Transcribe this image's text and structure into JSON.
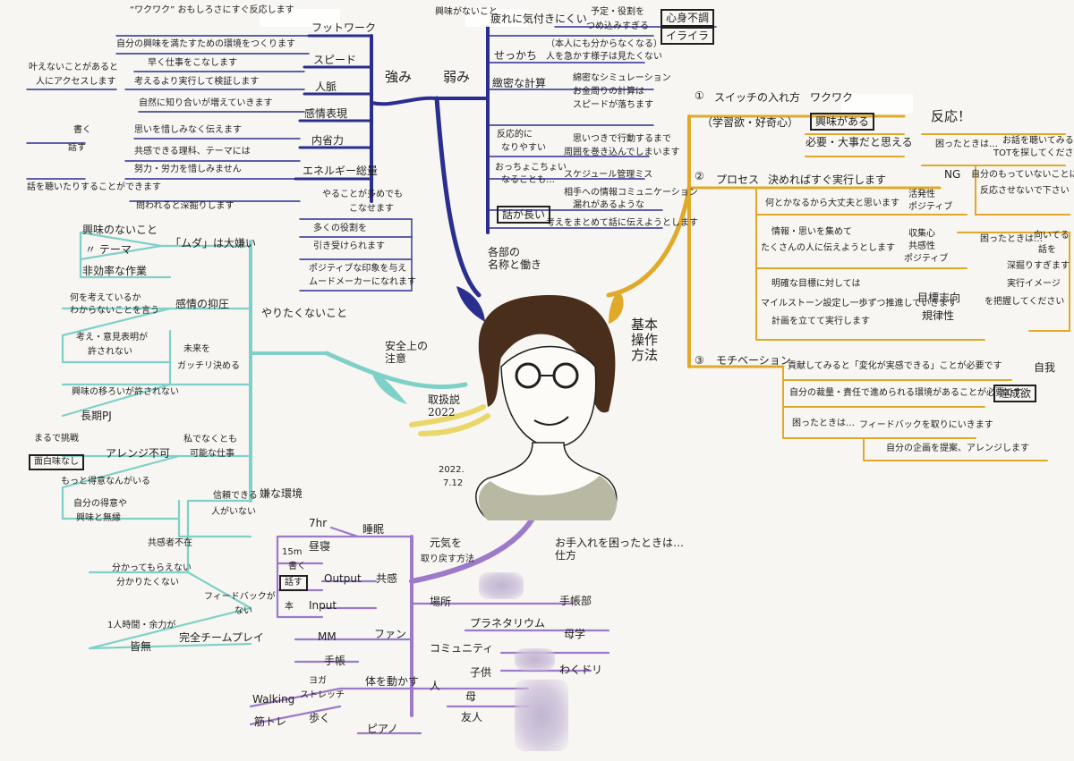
{
  "colors": {
    "navy": "#2a2f8f",
    "purple": "#9c7ac9",
    "teal": "#7fd0c8",
    "gold": "#e0a92a",
    "ink": "#1f1f1f"
  },
  "center": {
    "date_top": "2022.",
    "date_bottom": "7.12"
  },
  "main": {
    "strengths": "強み",
    "weaknesses": "弱み",
    "tips": "各部の\n名称と働き",
    "basic_ops": "基本\n操作\n方法",
    "cautions": "安全上の\n注意",
    "handling": "取扱説\n2022",
    "care": "お手入れを\n仕方",
    "trouble": "困ったときは…"
  },
  "strengths_branch": {
    "footwork": "フットワーク",
    "footwork_1": "“ワクワク” おもしろさにすぐ反応します",
    "footwork_2": "自分の興味を満たすための環境をつくります",
    "speed": "スピード",
    "speed_1": "早く仕事をこなします",
    "speed_2": "考えるより実行して検証します",
    "network": "人脈",
    "network_1": "自然に知り合いが増えていきます",
    "network_left_1": "叶えないことがあると",
    "network_left_2": "人にアクセスします",
    "emotion": "感情表現",
    "emotion_1": "思いを惜しみなく伝えます",
    "introspect": "内省力",
    "introspect_1": "共感できる理科、テーマには",
    "introspect_2": "努力・労力を惜しみません",
    "write": "書く",
    "speak": "話す",
    "talk_note": "話を聴いたりすることができます",
    "energy": "エネルギー総量",
    "energy_1": "問われると深掘りします",
    "energy_2": "やることが多めでも",
    "energy_3": "こなせます",
    "energy_4": "多くの役割を",
    "energy_5": "引き受けられます",
    "energy_6": "ポジティブな印象を与え",
    "energy_7": "ムードメーカーになれます"
  },
  "weakness_branch": {
    "interest": "興味がないこと",
    "tired": "疲れに気付きにくい",
    "overload": "予定・役割を",
    "overload_2": "つめ込みすぎる",
    "mind_body": "心身不調",
    "irritate": "イライラ",
    "hasty": "せっかち",
    "hasty_1": "（本人にも分からなくなる）",
    "hasty_2": "人を急かす様子は見たくない",
    "calc": "緻密な計算",
    "calc_1": "綿密なシミュレーション",
    "calc_2": "お金周りの計算は",
    "calc_3": "スピードが落ちます",
    "reflex": "反応的に",
    "reflex_2": "なりやすい",
    "reflex_1": "思いつきで行動するまで",
    "reflex_1b": "周囲を巻き込んでしまいます",
    "forget": "おっちょこちょい",
    "forget_2": "なることも…",
    "schedule": "スケジュール管理ミス",
    "comm": "相手への情報コミュニケーション",
    "comm_2": "漏れがあるような",
    "long": "話が長い",
    "long_1": "考えをまとめて話に伝えようとします"
  },
  "gold_branch": {
    "switch": "スイッチの入れ方",
    "switch_num": "①",
    "learning": "（学習欲・好奇心）",
    "wakuwaku": "ワクワク",
    "interest": "興味がある",
    "necessary": "必要・大事だと思える",
    "react": "反応！",
    "trouble_1": "困ったときは…",
    "trouble_1b": "お話を聴いてみる",
    "trouble_1c": "TOTを探してください",
    "ng": "NG",
    "ng_1": "自分のもっていないことに",
    "ng_2": "反応させないで下さい",
    "process": "プロセス",
    "process_num": "②",
    "process_1": "決めればすぐ実行します",
    "process_2": "何とかなるから大丈夫と思います",
    "process_3": "活発性",
    "process_3b": "ポジティブ",
    "process_4": "情報・思いを集めて",
    "process_5": "たくさんの人に伝えようとします",
    "process_6": "収集心",
    "process_6b": "共感性",
    "process_6c": "ポジティブ",
    "trouble_2": "困ったときは…",
    "trouble_2b": "向いてる",
    "trouble_2c": "話を",
    "trouble_2d": "深掘りすぎます",
    "trouble_2e": "実行イメージ",
    "trouble_2f": "を把握してください",
    "goal_1": "明確な目標に対しては",
    "goal_2": "マイルストーン設定し一歩ずつ推進していきます",
    "goal_3": "計画を立てて実行します",
    "goal_tag": "目標志向",
    "goal_tag_2": "規律性",
    "motivation": "モチベーション",
    "motivation_num": "③",
    "motiv_1": "貢献してみると「変化が実感できる」ことが必要です",
    "motiv_tag": "自我",
    "motiv_2": "自分の裁量・責任で進められる環境があることが必要です",
    "motiv_tag_2": "達成欲",
    "motiv_3": "困ったときは…",
    "motiv_4": "フィードバックを取りにいきます",
    "motiv_5": "自分の企画を提案、アレンジします"
  },
  "teal_branch": {
    "interest": "興味のないこと",
    "theme": "〃 テーマ",
    "mudai": "「ムダ」は大嫌い",
    "nonprod": "非効率な作業",
    "suppress": "感情の抑圧",
    "suppress_1": "何を考えているか",
    "suppress_2": "わからないことを言う",
    "suppress_3": "考え・意見表明が",
    "suppress_4": "許されない",
    "future": "未来を",
    "future_2": "ガッチリ決める",
    "interest_limit": "興味の移ろいが許されない",
    "long_pj": "長期PJ",
    "dislike": "やりたくないこと",
    "overwork": "まるで挑戦",
    "no_fun": "面白味なし",
    "arrange": "アレンジ不可",
    "tool": "私でなくとも",
    "tool_2": "可能な仕事",
    "boring": "もっと得意なんがいる",
    "own_skill": "自分の得意や",
    "own_skill_2": "興味と無縁",
    "env": "嫌な環境",
    "trust": "信頼できる",
    "trust_2": "人がいない",
    "common": "共感者不在",
    "common_2": "分かってもらえない",
    "common_3": "分かりたくない",
    "feedback": "フィードバックが",
    "feedback_2": "ない",
    "alone": "1人時間・余力が",
    "alone_2": "皆無",
    "complete": "完全チームプレイ"
  },
  "purple_branch": {
    "sleep": "睡眠",
    "sleep_hours": "7hr",
    "nap": "昼寝",
    "nap_time": "15m",
    "output": "Output",
    "write": "書く",
    "speak": "話す",
    "empathy": "共感",
    "input": "Input",
    "book_icon": "本",
    "recharge": "元気を",
    "recharge_2": "取り戻す方法",
    "place": "場所",
    "planetarium": "プラネタリウム",
    "notebook": "手帳部",
    "fan": "ファン",
    "mm": "MM",
    "notebook_2": "手帳",
    "community": "コミュニティ",
    "mother": "母学",
    "waku": "わくドリ",
    "person": "人",
    "child": "子供",
    "mom": "母",
    "friend": "友人",
    "body": "体を動かす",
    "yoga": "ヨガ",
    "stretch": "ストレッチ",
    "walk": "歩く",
    "walking": "Walking",
    "muscle": "筋トレ",
    "piano": "ピアノ"
  }
}
